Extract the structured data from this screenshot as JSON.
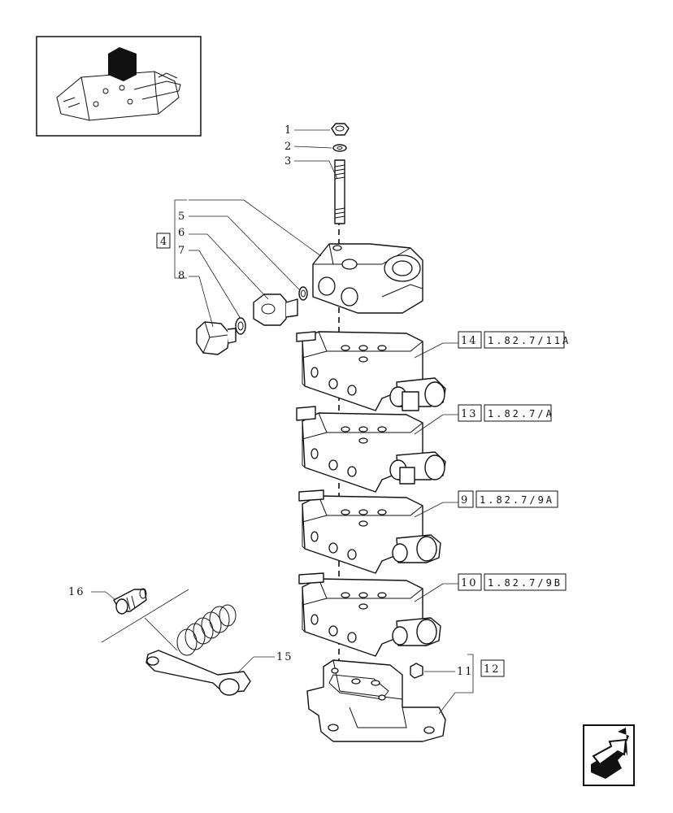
{
  "callouts": {
    "c1": "1",
    "c2": "2",
    "c3": "3",
    "c4": "4",
    "c5": "5",
    "c6": "6",
    "c7": "7",
    "c8": "8",
    "c9": "9",
    "c10": "10",
    "c11": "11",
    "c12": "12",
    "c13": "13",
    "c14": "14",
    "c15": "15",
    "c16": "16"
  },
  "references": {
    "r14": "1.82.7/11A",
    "r13": "1.82.7/A",
    "r9": "1.82.7/9A",
    "r10": "1.82.7/9B"
  },
  "icons": {
    "thumbnail": "tractor-hydraulic-lift-thumbnail",
    "navigation": "next-page-arrow-icon"
  }
}
